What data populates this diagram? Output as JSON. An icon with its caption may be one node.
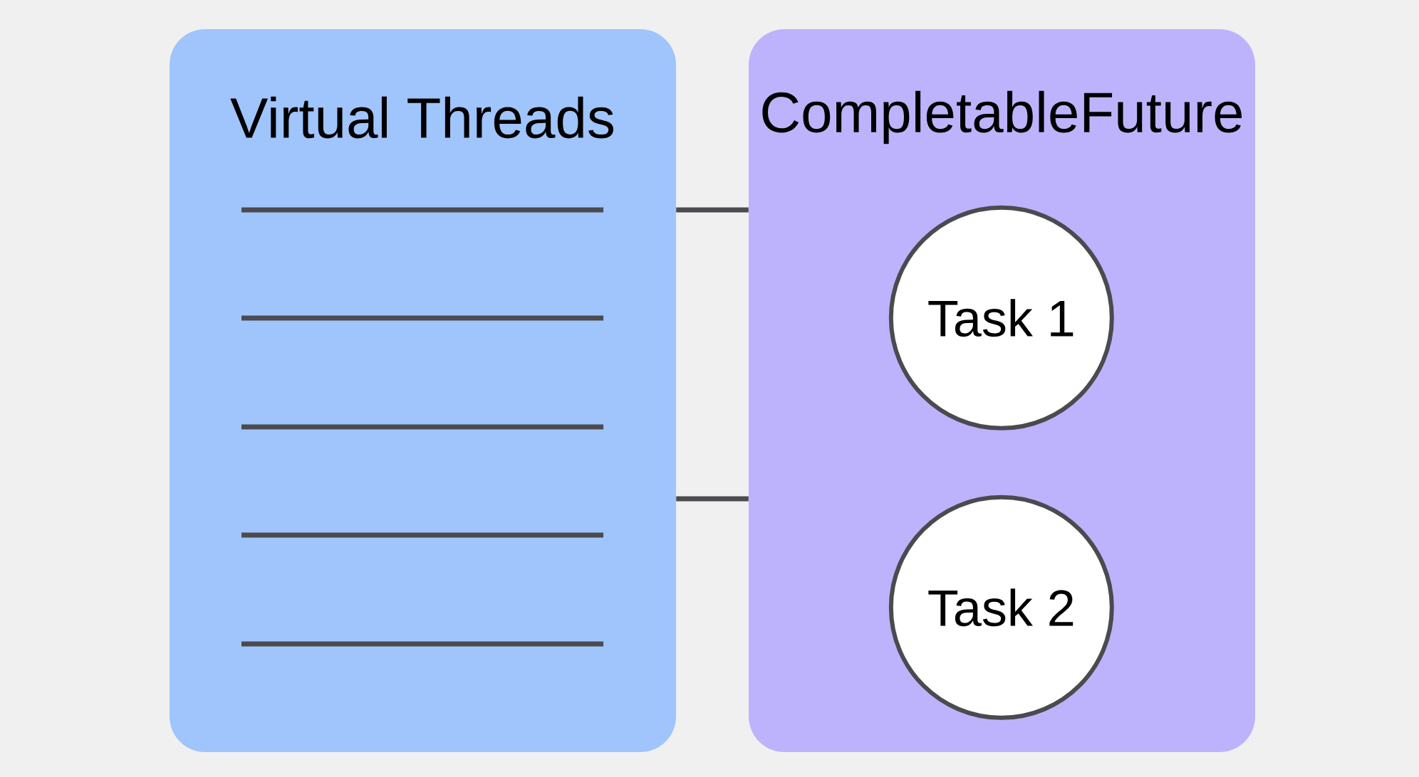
{
  "diagram": {
    "nodes": [
      {
        "text": [
          "Virtual Threads"
        ]
      },
      {
        "text": [
          "CompletableFuture"
        ]
      },
      {
        "text": [
          "Task 1"
        ],
        "in": 1
      },
      {
        "text": [
          "Task 2"
        ],
        "in": 1
      }
    ],
    "edges": [
      {
        "from": 0,
        "to": 1,
        "arrow": "none"
      },
      {
        "from": 0,
        "to": 1,
        "arrow": "none"
      }
    ]
  }
}
